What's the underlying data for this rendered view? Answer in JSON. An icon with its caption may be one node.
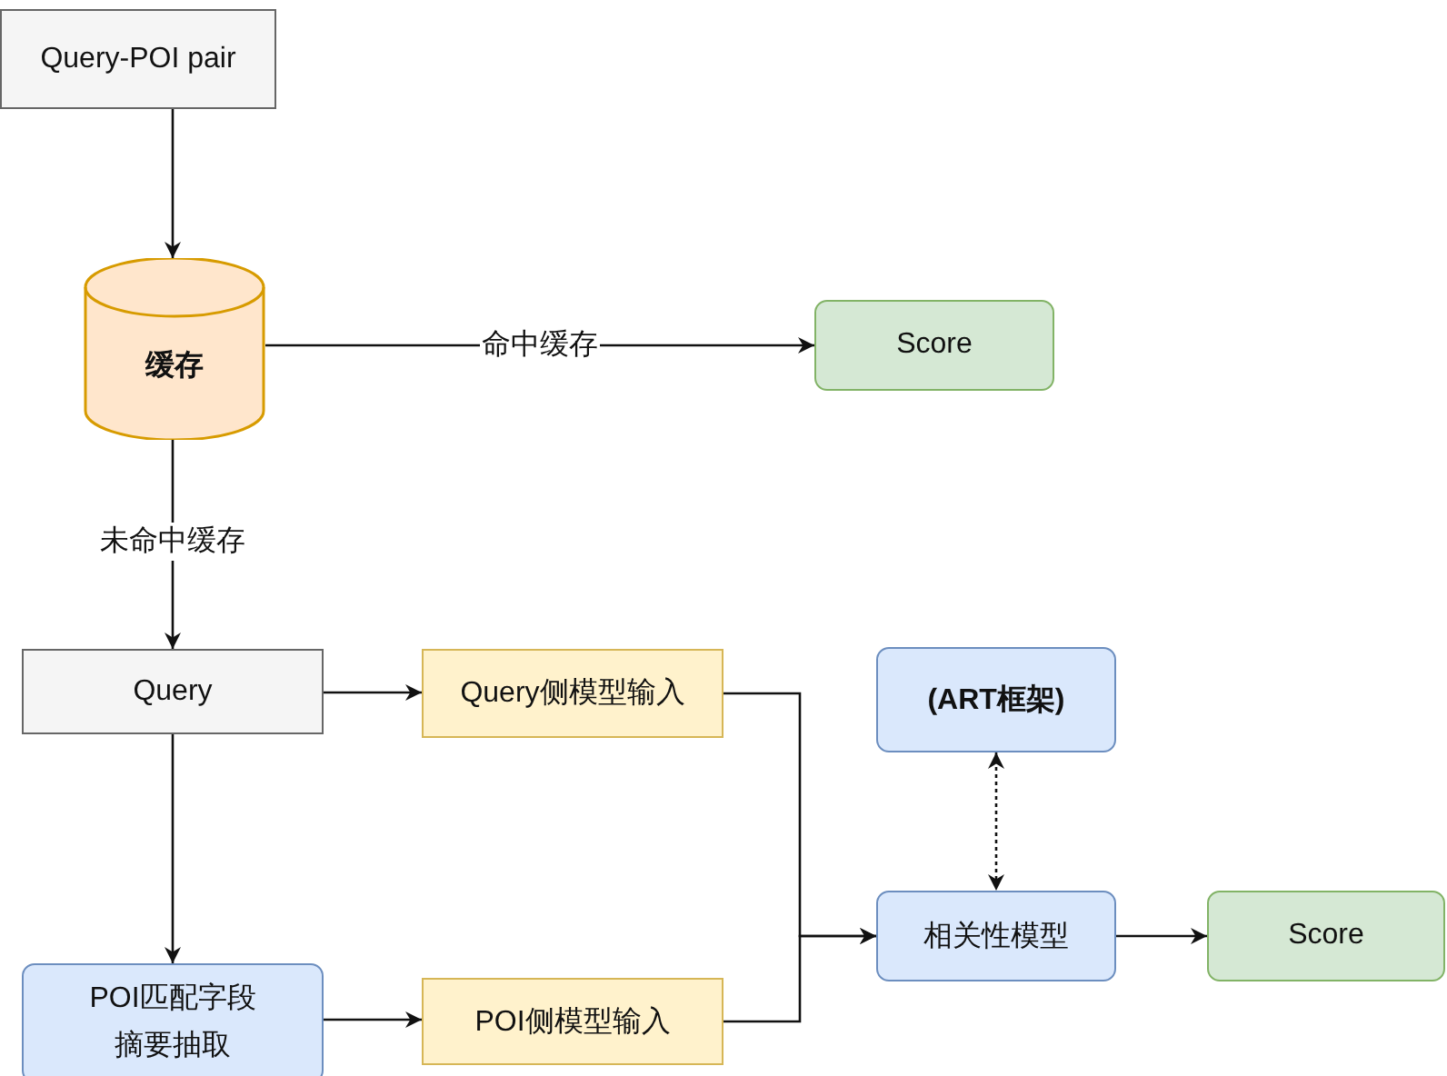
{
  "diagram": {
    "nodes": [
      {
        "text": [
          "Query-POI pair"
        ]
      },
      {
        "text": [
          "缓存"
        ]
      },
      {
        "text": [
          "Score"
        ]
      },
      {
        "text": [
          "Query"
        ]
      },
      {
        "text": [
          "Query侧模型输入"
        ]
      },
      {
        "text": [
          "(ART框架)"
        ]
      },
      {
        "text": [
          "相关性模型"
        ]
      },
      {
        "text": [
          "Score"
        ]
      },
      {
        "text": [
          "POI匹配字段摘要抽取"
        ]
      },
      {
        "text": [
          "POI侧模型输入"
        ]
      }
    ],
    "edges": [
      {
        "from": 0,
        "to": 1,
        "arrow": "to"
      },
      {
        "from": 1,
        "to": 2,
        "arrow": "to",
        "label": "命中缓存"
      },
      {
        "from": 1,
        "to": 3,
        "arrow": "to",
        "label": "未命中缓存"
      },
      {
        "from": 3,
        "to": 4,
        "arrow": "to"
      },
      {
        "from": 3,
        "to": 8,
        "arrow": "to"
      },
      {
        "from": 8,
        "to": 9,
        "arrow": "to"
      },
      {
        "from": 4,
        "to": 6,
        "arrow": "to"
      },
      {
        "from": 9,
        "to": 6,
        "arrow": "to"
      },
      {
        "from": 6,
        "to": 7,
        "arrow": "to"
      },
      {
        "from": 5,
        "to": 6,
        "arrow": "both",
        "style": "dashed"
      }
    ]
  }
}
